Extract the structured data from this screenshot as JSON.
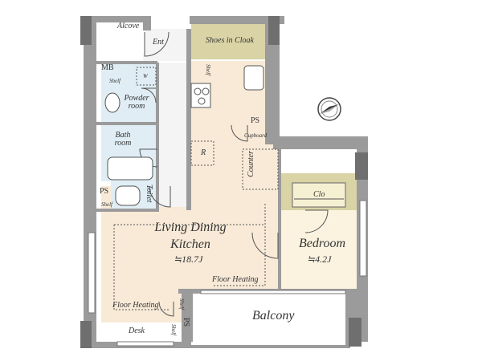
{
  "rooms": {
    "alcove": "Alcove",
    "entrance": "Ent",
    "shoes_in_cloak": "Shoes in Cloak",
    "mb": "MB",
    "washer": "W",
    "shelf": "Shelf",
    "powder_room": "Powder room",
    "bath_room": "Bath room",
    "toilet": "Toilet",
    "ps": "PS",
    "refrigerator": "R",
    "cupboard": "Cupboard",
    "counter": "Counter",
    "closet": "Clo",
    "ldk": "Living Dining Kitchen",
    "ldk_area": "≒18.7J",
    "bedroom": "Bedroom",
    "bedroom_area": "≒4.2J",
    "floor_heating": "Floor Heating",
    "balcony": "Balcony",
    "desk": "Desk"
  },
  "colors": {
    "wall": "#9b9b9b",
    "wall_dark": "#6f6f6f",
    "ldk_floor": "#f8ead7",
    "bedroom_floor": "#fbf3e0",
    "storage": "#d9d3a6",
    "wet_area": "#e0edf4",
    "hall": "#f4f4f4",
    "dashed": "#555555"
  },
  "icons": {
    "compass": "north-compass-icon"
  }
}
